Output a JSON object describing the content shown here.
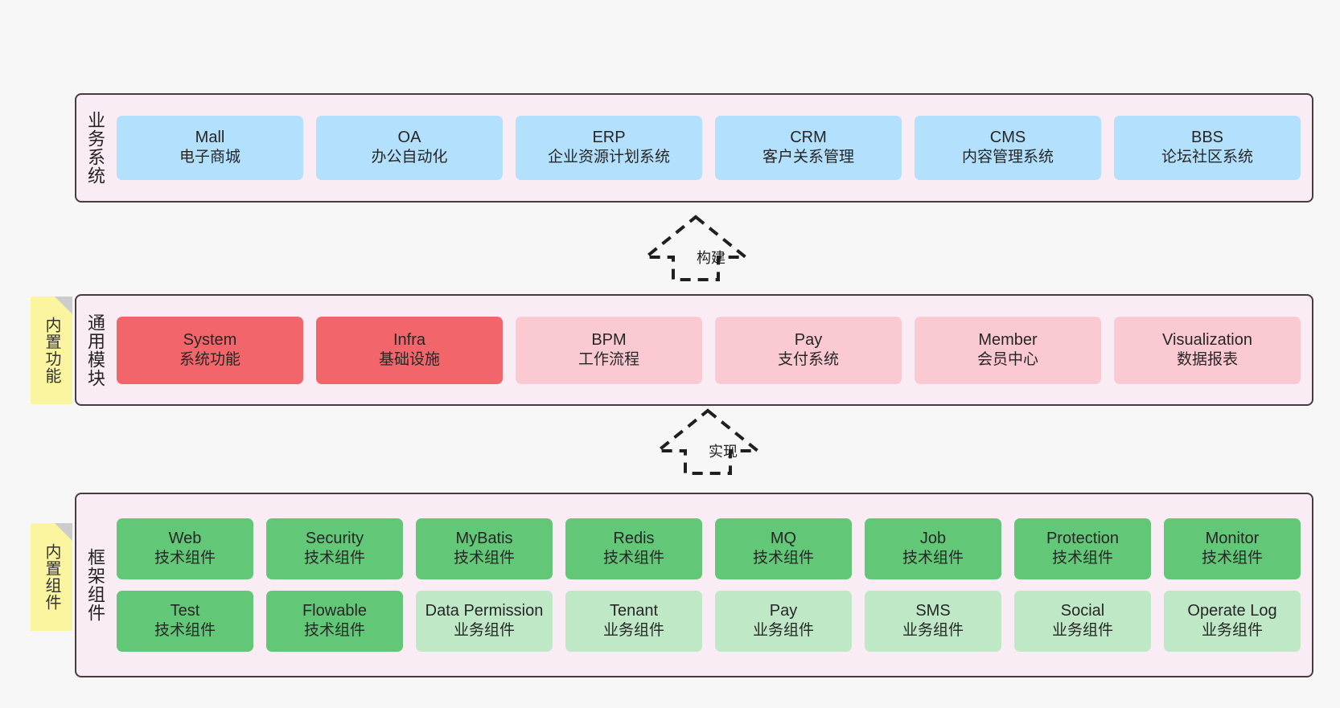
{
  "diagram": {
    "title_hint": "ruoyi-vue-pro architecture layers"
  },
  "layers": [
    {
      "key": "business",
      "label": "业务系统",
      "cards": [
        {
          "en": "Mall",
          "cn": "电子商城"
        },
        {
          "en": "OA",
          "cn": "办公自动化"
        },
        {
          "en": "ERP",
          "cn": "企业资源计划系统"
        },
        {
          "en": "CRM",
          "cn": "客户关系管理"
        },
        {
          "en": "CMS",
          "cn": "内容管理系统"
        },
        {
          "en": "BBS",
          "cn": "论坛社区系统"
        }
      ]
    },
    {
      "key": "modules",
      "label": "通用模块",
      "sticky": "内置功能",
      "cards": [
        {
          "en": "System",
          "cn": "系统功能",
          "tone": "red"
        },
        {
          "en": "Infra",
          "cn": "基础设施",
          "tone": "red"
        },
        {
          "en": "BPM",
          "cn": "工作流程",
          "tone": "pink"
        },
        {
          "en": "Pay",
          "cn": "支付系统",
          "tone": "pink"
        },
        {
          "en": "Member",
          "cn": "会员中心",
          "tone": "pink"
        },
        {
          "en": "Visualization",
          "cn": "数据报表",
          "tone": "pink"
        }
      ]
    },
    {
      "key": "framework",
      "label": "框架组件",
      "sticky": "内置组件",
      "row1": [
        {
          "en": "Web",
          "cn": "技术组件"
        },
        {
          "en": "Security",
          "cn": "技术组件"
        },
        {
          "en": "MyBatis",
          "cn": "技术组件"
        },
        {
          "en": "Redis",
          "cn": "技术组件"
        },
        {
          "en": "MQ",
          "cn": "技术组件"
        },
        {
          "en": "Job",
          "cn": "技术组件"
        },
        {
          "en": "Protection",
          "cn": "技术组件"
        },
        {
          "en": "Monitor",
          "cn": "技术组件"
        }
      ],
      "row2": [
        {
          "en": "Test",
          "cn": "技术组件",
          "tone": "green"
        },
        {
          "en": "Flowable",
          "cn": "技术组件",
          "tone": "green"
        },
        {
          "en": "Data Permission",
          "cn": "业务组件",
          "tone": "lightgreen"
        },
        {
          "en": "Tenant",
          "cn": "业务组件",
          "tone": "lightgreen"
        },
        {
          "en": "Pay",
          "cn": "业务组件",
          "tone": "lightgreen"
        },
        {
          "en": "SMS",
          "cn": "业务组件",
          "tone": "lightgreen"
        },
        {
          "en": "Social",
          "cn": "业务组件",
          "tone": "lightgreen"
        },
        {
          "en": "Operate Log",
          "cn": "业务组件",
          "tone": "lightgreen"
        }
      ]
    }
  ],
  "arrows": [
    {
      "key": "build",
      "label": "构建"
    },
    {
      "key": "implement",
      "label": "实现"
    }
  ],
  "colors": {
    "panel_bg": "#faecf5",
    "panel_border": "#4a3a42",
    "blue": "#b3e0fc",
    "red": "#f2656a",
    "pink": "#fbc9d2",
    "green": "#62c878",
    "light_green": "#bfe8c6",
    "sticky_yellow": "#fbf5a0",
    "canvas_bg": "#f7f7f7"
  }
}
